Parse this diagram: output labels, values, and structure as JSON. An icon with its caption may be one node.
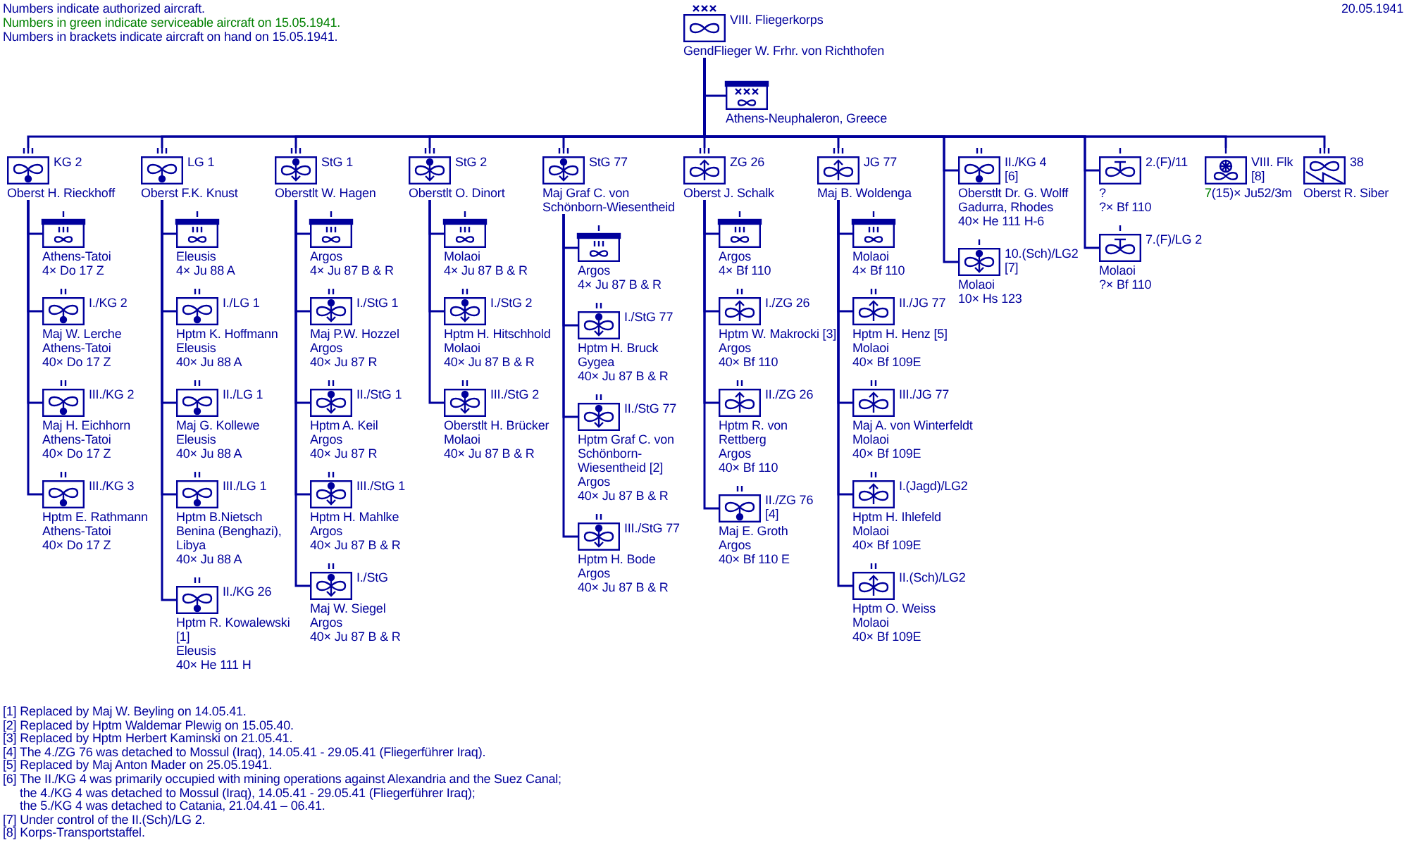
{
  "diagram": {
    "nodes": [
      {
        "text": [
          "VIII. Fliegerkorps",
          "GendFlieger W. Frhr. von Richthofen"
        ]
      },
      {
        "text": [
          "Athens-Neuphaleron, Greece"
        ]
      },
      {
        "text": [
          "KG 2",
          "Oberst H. Rieckhoff"
        ]
      },
      {
        "text": [
          "Athens-Tatoi",
          "4× Do 17 Z"
        ]
      },
      {
        "text": [
          "I./KG 2",
          "Maj W. Lerche",
          "Athens-Tatoi",
          "40× Do 17 Z"
        ]
      },
      {
        "text": [
          "III./KG 2",
          "Maj H. Eichhorn",
          "Athens-Tatoi",
          "40× Do 17 Z"
        ]
      },
      {
        "text": [
          "III./KG 3",
          "Hptm E. Rathmann",
          "Athens-Tatoi",
          "40× Do 17 Z"
        ]
      },
      {
        "text": [
          "LG 1",
          "Oberst F.K. Knust"
        ]
      },
      {
        "text": [
          "Eleusis",
          "4× Ju 88 A"
        ]
      },
      {
        "text": [
          "I./LG 1",
          "Hptm K. Hoffmann",
          "Eleusis",
          "40× Ju 88 A"
        ]
      },
      {
        "text": [
          "II./LG 1",
          "Maj G. Kollewe",
          "Eleusis",
          "40× Ju 88 A"
        ]
      },
      {
        "text": [
          "III./LG 1",
          "Hptm B.Nietsch",
          "Benina (Benghazi), Libya",
          "40× Ju 88 A"
        ]
      },
      {
        "text": [
          "II./KG 26",
          "Hptm R. Kowalewski [1]",
          "Eleusis",
          "40× He 111 H"
        ]
      },
      {
        "text": [
          "StG 1",
          "Oberstlt W. Hagen"
        ]
      },
      {
        "text": [
          "Argos",
          "4× Ju 87 B & R"
        ]
      },
      {
        "text": [
          "I./StG 1",
          "Maj P.W. Hozzel",
          "Argos",
          "40× Ju 87 R"
        ]
      },
      {
        "text": [
          "II./StG 1",
          "Hptm A. Keil",
          "Argos",
          "40× Ju 87 R"
        ]
      },
      {
        "text": [
          "III./StG 1",
          "Hptm H. Mahlke",
          "Argos",
          "40× Ju 87 B & R"
        ]
      },
      {
        "text": [
          "I./StG",
          "Maj W. Siegel",
          "Argos",
          "40× Ju 87 B & R"
        ]
      },
      {
        "text": [
          "StG 2",
          "Oberstlt O. Dinort"
        ]
      },
      {
        "text": [
          "Molaoi",
          "4× Ju 87 B & R"
        ]
      },
      {
        "text": [
          "I./StG 2",
          "Hptm H. Hitschhold",
          "Molaoi",
          "40× Ju 87 B & R"
        ]
      },
      {
        "text": [
          "III./StG 2",
          "Oberstlt H. Brücker",
          "Molaoi",
          "40× Ju 87 B & R"
        ]
      },
      {
        "text": [
          "StG 77",
          "Maj Graf C. von Schönborn-Wiesentheid"
        ]
      },
      {
        "text": [
          "Argos",
          "4× Ju 87 B & R"
        ]
      },
      {
        "text": [
          "I./StG 77",
          "Hptm H. Bruck",
          "Gygea",
          "40× Ju 87 B & R"
        ]
      },
      {
        "text": [
          "II./StG 77",
          "Hptm Graf C. von Schönborn-Wiesentheid [2]",
          "Argos",
          "40× Ju 87 B & R"
        ]
      },
      {
        "text": [
          "III./StG 77",
          "Hptm H. Bode",
          "Argos",
          "40× Ju 87 B & R"
        ]
      },
      {
        "text": [
          "ZG 26",
          "Oberst J. Schalk"
        ]
      },
      {
        "text": [
          "Argos",
          "4× Bf 110"
        ]
      },
      {
        "text": [
          "I./ZG 26",
          "Hptm W. Makrocki [3]",
          "Argos",
          "40× Bf 110"
        ]
      },
      {
        "text": [
          "II./ZG 26",
          "Hptm R. von Rettberg",
          "Argos",
          "40× Bf 110"
        ]
      },
      {
        "text": [
          "II./ZG 76",
          "[4]",
          "Maj E. Groth",
          "Argos",
          "40× Bf 110 E"
        ]
      },
      {
        "text": [
          "JG 77",
          "Maj B. Woldenga"
        ]
      },
      {
        "text": [
          "Molaoi",
          "4× Bf 110"
        ]
      },
      {
        "text": [
          "II./JG 77",
          "Hptm H. Henz [5]",
          "Molaoi",
          "40× Bf 109E"
        ]
      },
      {
        "text": [
          "III./JG 77",
          "Maj A. von Winterfeldt",
          "Molaoi",
          "40× Bf 109E"
        ]
      },
      {
        "text": [
          "I.(Jagd)/LG2",
          "Hptm H. Ihlefeld",
          "Molaoi",
          "40× Bf 109E"
        ]
      },
      {
        "text": [
          "II.(Sch)/LG2",
          "Hptm O. Weiss",
          "Molaoi",
          "40× Bf 109E"
        ]
      },
      {
        "text": [
          "II./KG 4",
          "[6]",
          "Oberstlt Dr. G. Wolff",
          "Gadurra, Rhodes",
          "40× He 111 H-6"
        ]
      },
      {
        "text": [
          "10.(Sch)/LG2",
          "[7]",
          "Molaoi",
          "10× Hs 123"
        ]
      },
      {
        "text": [
          "2.(F)/11",
          "?",
          "?× Bf 110"
        ]
      },
      {
        "text": [
          "7.(F)/LG 2",
          "Molaoi",
          "?× Bf 110"
        ]
      },
      {
        "text": [
          "VIII. Flk",
          "[8]",
          "7",
          "(15)× Ju52/3m"
        ]
      },
      {
        "text": [
          "38",
          "Oberst R. Siber"
        ]
      }
    ],
    "edges": [
      {
        "from": 0,
        "to": 1,
        "arrow": "none"
      },
      {
        "from": 0,
        "to": 2,
        "arrow": "none"
      },
      {
        "from": 2,
        "to": 3,
        "arrow": "none"
      },
      {
        "from": 2,
        "to": 4,
        "arrow": "none"
      },
      {
        "from": 2,
        "to": 5,
        "arrow": "none"
      },
      {
        "from": 2,
        "to": 6,
        "arrow": "none"
      },
      {
        "from": 0,
        "to": 7,
        "arrow": "none"
      },
      {
        "from": 7,
        "to": 8,
        "arrow": "none"
      },
      {
        "from": 7,
        "to": 9,
        "arrow": "none"
      },
      {
        "from": 7,
        "to": 10,
        "arrow": "none"
      },
      {
        "from": 7,
        "to": 11,
        "arrow": "none"
      },
      {
        "from": 7,
        "to": 12,
        "arrow": "none"
      },
      {
        "from": 0,
        "to": 13,
        "arrow": "none"
      },
      {
        "from": 13,
        "to": 14,
        "arrow": "none"
      },
      {
        "from": 13,
        "to": 15,
        "arrow": "none"
      },
      {
        "from": 13,
        "to": 16,
        "arrow": "none"
      },
      {
        "from": 13,
        "to": 17,
        "arrow": "none"
      },
      {
        "from": 13,
        "to": 18,
        "arrow": "none"
      },
      {
        "from": 0,
        "to": 19,
        "arrow": "none"
      },
      {
        "from": 19,
        "to": 20,
        "arrow": "none"
      },
      {
        "from": 19,
        "to": 21,
        "arrow": "none"
      },
      {
        "from": 19,
        "to": 22,
        "arrow": "none"
      },
      {
        "from": 0,
        "to": 23,
        "arrow": "none"
      },
      {
        "from": 23,
        "to": 24,
        "arrow": "none"
      },
      {
        "from": 23,
        "to": 25,
        "arrow": "none"
      },
      {
        "from": 23,
        "to": 26,
        "arrow": "none"
      },
      {
        "from": 23,
        "to": 27,
        "arrow": "none"
      },
      {
        "from": 0,
        "to": 28,
        "arrow": "none"
      },
      {
        "from": 28,
        "to": 29,
        "arrow": "none"
      },
      {
        "from": 28,
        "to": 30,
        "arrow": "none"
      },
      {
        "from": 28,
        "to": 31,
        "arrow": "none"
      },
      {
        "from": 28,
        "to": 32,
        "arrow": "none"
      },
      {
        "from": 0,
        "to": 33,
        "arrow": "none"
      },
      {
        "from": 33,
        "to": 34,
        "arrow": "none"
      },
      {
        "from": 33,
        "to": 35,
        "arrow": "none"
      },
      {
        "from": 33,
        "to": 36,
        "arrow": "none"
      },
      {
        "from": 33,
        "to": 37,
        "arrow": "none"
      },
      {
        "from": 33,
        "to": 38,
        "arrow": "none"
      },
      {
        "from": 0,
        "to": 39,
        "arrow": "none"
      },
      {
        "from": 0,
        "to": 40,
        "arrow": "none"
      },
      {
        "from": 0,
        "to": 41,
        "arrow": "none"
      },
      {
        "from": 0,
        "to": 42,
        "arrow": "none"
      },
      {
        "from": 0,
        "to": 43,
        "arrow": "none"
      },
      {
        "from": 0,
        "to": 44,
        "arrow": "none"
      }
    ],
    "labels": [
      "Numbers indicate authorized aircraft.",
      "Numbers in green indicate serviceable aircraft on 15.05.1941.",
      "Numbers in brackets indicate aircraft on hand on 15.05.1941.",
      "20.05.1941",
      "[1] Replaced by Maj W. Beyling on 14.05.41.",
      "[2] Replaced by Hptm Waldemar Plewig on 15.05.40.",
      "[3] Replaced by Hptm Herbert Kaminski on 21.05.41.",
      "[4] The 4./ZG 76 was detached to Mossul (Iraq), 14.05.41 - 29.05.41 (Fliegerführer Iraq).",
      "[5] Replaced by Maj Anton Mader on 25.05.1941.",
      "[6] The II./KG 4 was primarily occupied with mining operations against Alexandria and the Suez Canal;",
      "the 4./KG 4 was detached to Mossul (Iraq), 14.05.41 - 29.05.41 (Fliegerführer Iraq);",
      "the 5./KG 4 was detached to Catania, 21.04.41 – 06.41.",
      "[7] Under control of the II.(Sch)/LG 2.",
      "[8] Korps-Transportstaffel."
    ]
  }
}
